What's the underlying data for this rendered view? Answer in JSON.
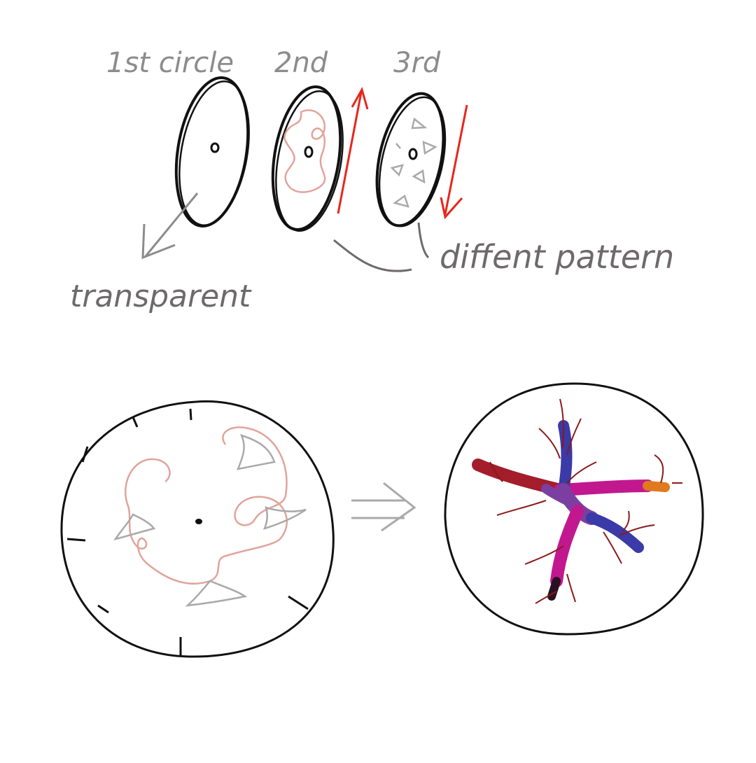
{
  "labels": {
    "first": "1st circle",
    "second": "2nd",
    "third": "3rd",
    "transparent": "transparent",
    "different": "diffent pattern"
  },
  "colors": {
    "ink": "#111111",
    "label_gray": "#8c8c8c",
    "note_gray": "#6e6a6c",
    "pink_swirl": "#e0a49b",
    "triangle_gray": "#a9a9a9",
    "arrow_red": "#e8261c",
    "branch_dark_red": "#8b1a1a",
    "fill_magenta": "#c2188f",
    "fill_purple": "#7a3fa0",
    "fill_blue": "#3a3aa8",
    "fill_orange": "#e07a1c"
  },
  "icons": {
    "rotation_up": "red-up-arrow",
    "rotation_down": "red-down-arrow",
    "transform": "double-arrow-right"
  }
}
